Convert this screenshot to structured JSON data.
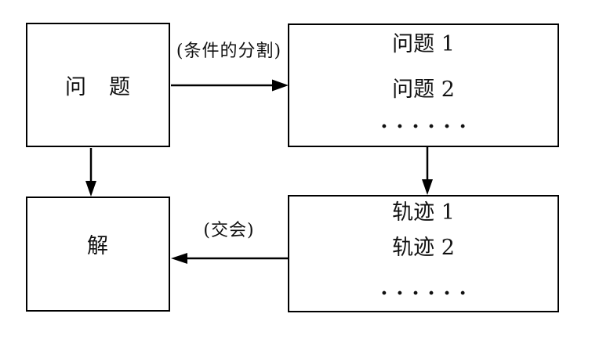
{
  "diagram": {
    "colors": {
      "line": "#000000",
      "text": "#111111",
      "background": "#ffffff"
    },
    "boxes": {
      "problem": {
        "label": "问　题"
      },
      "subproblems": {
        "lines": [
          "问题 1",
          "问题 2",
          "······"
        ]
      },
      "solution": {
        "label": "解"
      },
      "loci": {
        "lines": [
          "轨迹 1",
          "轨迹 2",
          "······"
        ]
      }
    },
    "arrows": {
      "split_label": "(条件的分割)",
      "intersect_label": "(交会)"
    }
  }
}
